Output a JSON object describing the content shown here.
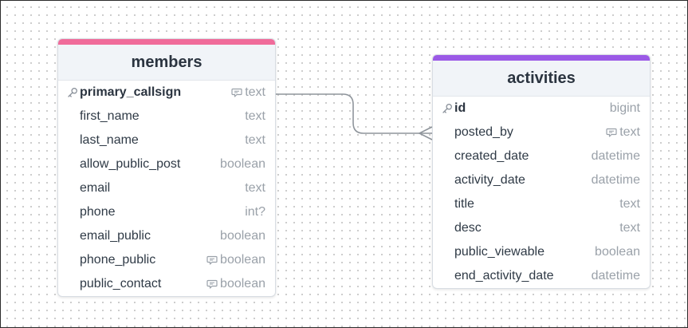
{
  "tables": [
    {
      "name": "members",
      "accent_color": "#f06b9a",
      "columns": [
        {
          "name": "primary_callsign",
          "type": "text",
          "pk": true,
          "comment": true
        },
        {
          "name": "first_name",
          "type": "text",
          "pk": false,
          "comment": false
        },
        {
          "name": "last_name",
          "type": "text",
          "pk": false,
          "comment": false
        },
        {
          "name": "allow_public_post",
          "type": "boolean",
          "pk": false,
          "comment": false
        },
        {
          "name": "email",
          "type": "text",
          "pk": false,
          "comment": false
        },
        {
          "name": "phone",
          "type": "int?",
          "pk": false,
          "comment": false
        },
        {
          "name": "email_public",
          "type": "boolean",
          "pk": false,
          "comment": false
        },
        {
          "name": "phone_public",
          "type": "boolean",
          "pk": false,
          "comment": true
        },
        {
          "name": "public_contact",
          "type": "boolean",
          "pk": false,
          "comment": true
        }
      ]
    },
    {
      "name": "activities",
      "accent_color": "#9b59e6",
      "columns": [
        {
          "name": "id",
          "type": "bigint",
          "pk": true,
          "comment": false
        },
        {
          "name": "posted_by",
          "type": "text",
          "pk": false,
          "comment": true
        },
        {
          "name": "created_date",
          "type": "datetime",
          "pk": false,
          "comment": false
        },
        {
          "name": "activity_date",
          "type": "datetime",
          "pk": false,
          "comment": false
        },
        {
          "name": "title",
          "type": "text",
          "pk": false,
          "comment": false
        },
        {
          "name": "desc",
          "type": "text",
          "pk": false,
          "comment": false
        },
        {
          "name": "public_viewable",
          "type": "boolean",
          "pk": false,
          "comment": false
        },
        {
          "name": "end_activity_date",
          "type": "datetime",
          "pk": false,
          "comment": false
        }
      ]
    }
  ],
  "relationships": [
    {
      "from": "members.primary_callsign",
      "to": "activities.posted_by",
      "cardinality": "one-to-many"
    }
  ],
  "icons": {
    "key": "key-icon",
    "comment": "comment-icon"
  }
}
